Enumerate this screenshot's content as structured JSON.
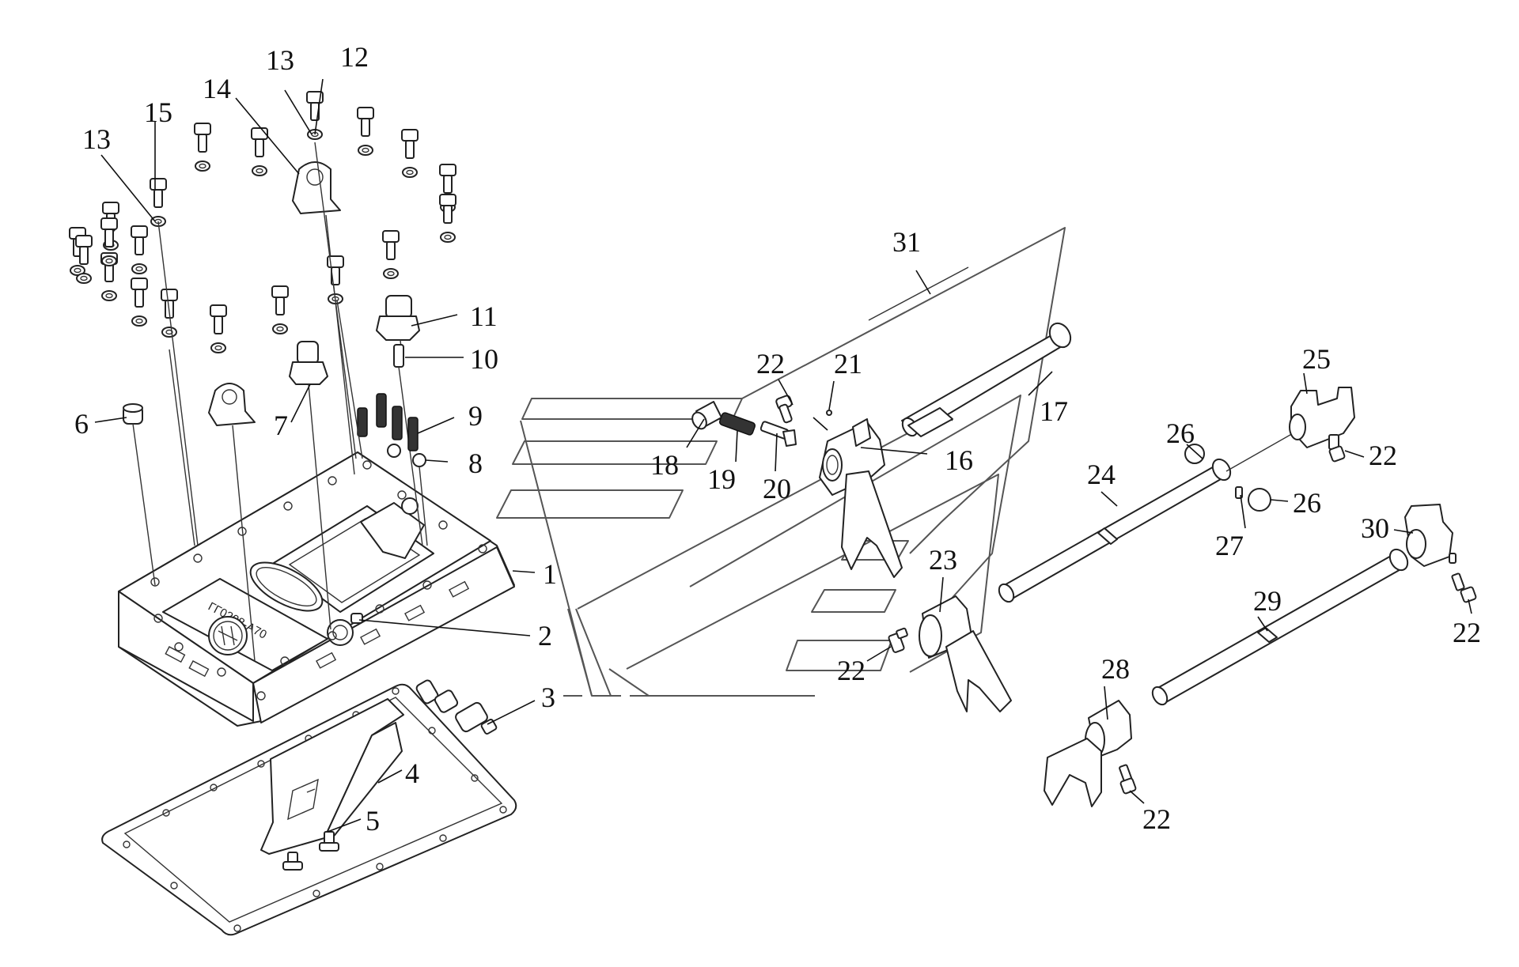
{
  "diagram": {
    "kind": "exploded-parts-view",
    "plate_marking": "ГГ0208-А70",
    "callouts": {
      "c1": "1",
      "c2": "2",
      "c3": "3",
      "c4": "4",
      "c5": "5",
      "c6": "6",
      "c7": "7",
      "c8": "8",
      "c9": "9",
      "c10": "10",
      "c11": "11",
      "c12": "12",
      "c13a": "13",
      "c13b": "13",
      "c14": "14",
      "c15": "15",
      "c16": "16",
      "c17": "17",
      "c18": "18",
      "c19": "19",
      "c20": "20",
      "c21": "21",
      "c22a": "22",
      "c22b": "22",
      "c22c": "22",
      "c22d": "22",
      "c22e": "22",
      "c23": "23",
      "c24": "24",
      "c25": "25",
      "c26a": "26",
      "c26b": "26",
      "c27": "27",
      "c28": "28",
      "c29": "29",
      "c30": "30",
      "c31": "31"
    }
  }
}
